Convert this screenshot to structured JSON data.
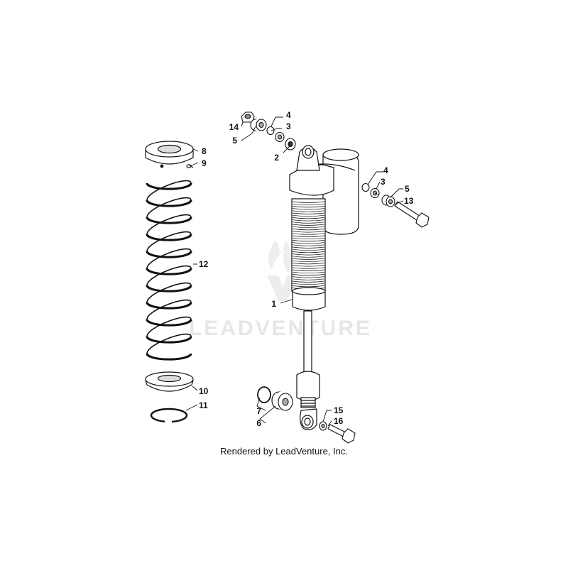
{
  "watermark": {
    "text": "LEADVENTURE"
  },
  "credit": "Rendered by LeadVenture, Inc.",
  "callouts": [
    {
      "id": "1",
      "label": "1"
    },
    {
      "id": "2",
      "label": "2"
    },
    {
      "id": "3a",
      "label": "3"
    },
    {
      "id": "3b",
      "label": "3"
    },
    {
      "id": "4a",
      "label": "4"
    },
    {
      "id": "4b",
      "label": "4"
    },
    {
      "id": "5a",
      "label": "5"
    },
    {
      "id": "5b",
      "label": "5"
    },
    {
      "id": "6",
      "label": "6"
    },
    {
      "id": "7",
      "label": "7"
    },
    {
      "id": "8",
      "label": "8"
    },
    {
      "id": "9",
      "label": "9"
    },
    {
      "id": "10",
      "label": "10"
    },
    {
      "id": "11",
      "label": "11"
    },
    {
      "id": "12",
      "label": "12"
    },
    {
      "id": "13",
      "label": "13"
    },
    {
      "id": "14",
      "label": "14"
    },
    {
      "id": "15",
      "label": "15"
    },
    {
      "id": "16",
      "label": "16"
    }
  ]
}
